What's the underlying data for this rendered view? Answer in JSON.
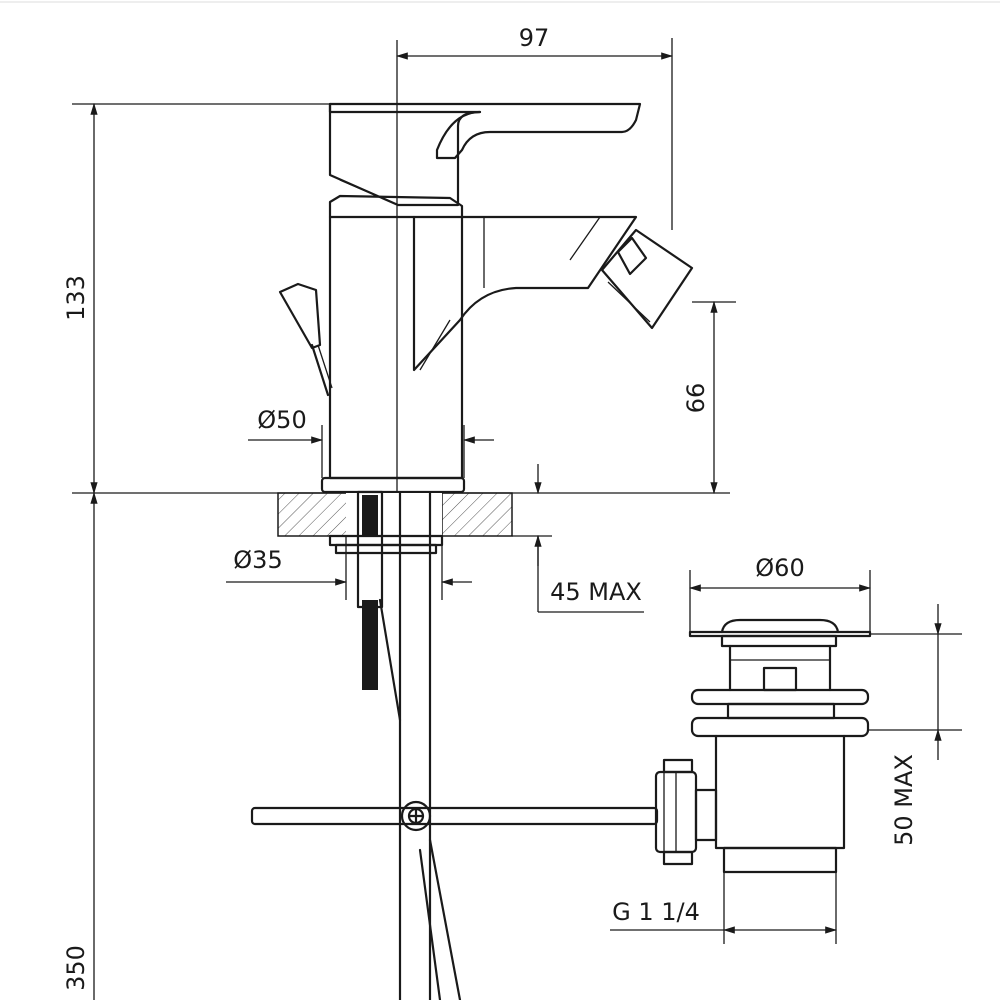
{
  "drawing": {
    "dimensions": {
      "spout_reach": "97",
      "total_height": "133",
      "spout_height": "66",
      "body_diameter": "Ø50",
      "hole_diameter": "Ø35",
      "deck_thickness": "45 MAX",
      "flange_diameter": "Ø60",
      "waste_height": "50 MAX",
      "thread": "G 1 1/4",
      "hose_length": "350"
    },
    "colors": {
      "line": "#1a1a1a",
      "background": "#ffffff",
      "hatch": "#555555"
    }
  }
}
